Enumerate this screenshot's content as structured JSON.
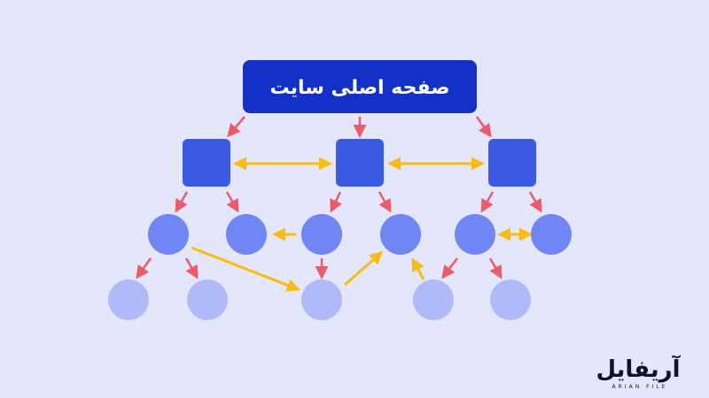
{
  "diagram": {
    "title": "صفحه اصلی سایت"
  },
  "logo": {
    "text": "آریفایل",
    "subtext": "ARIAN FILE"
  },
  "colors": {
    "background": "#E4E6FB",
    "title_box": "#1330C7",
    "title_text": "#FFFFFF",
    "level1_node": "#3D5AE3",
    "level2_node": "#6F86F4",
    "level3_node": "#AEBBF8",
    "hierarchy_arrow": "#EE5A6A",
    "link_arrow": "#F9BD0F",
    "logo_text": "#0D1330"
  }
}
